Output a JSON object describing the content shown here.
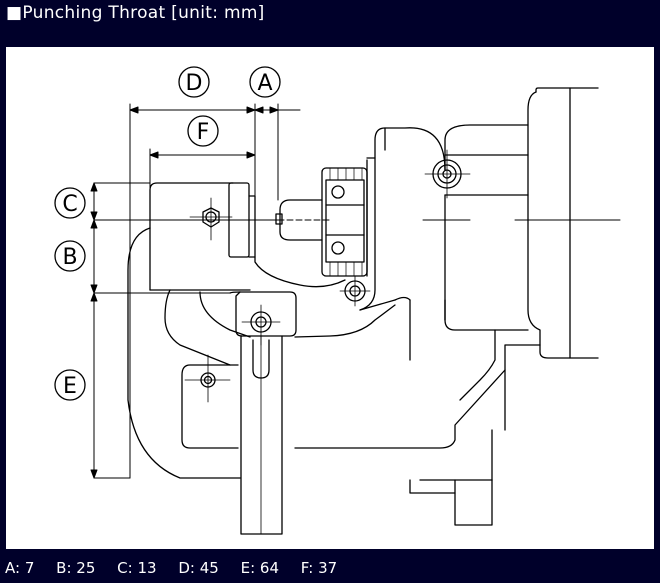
{
  "header": {
    "bullet": "■",
    "title": "Punching Throat [unit: mm]"
  },
  "diagram": {
    "labels": [
      "A",
      "B",
      "C",
      "D",
      "E",
      "F"
    ]
  },
  "dimensions": [
    {
      "key": "A",
      "value": "7"
    },
    {
      "key": "B",
      "value": "25"
    },
    {
      "key": "C",
      "value": "13"
    },
    {
      "key": "D",
      "value": "45"
    },
    {
      "key": "E",
      "value": "64"
    },
    {
      "key": "F",
      "value": "37"
    }
  ]
}
